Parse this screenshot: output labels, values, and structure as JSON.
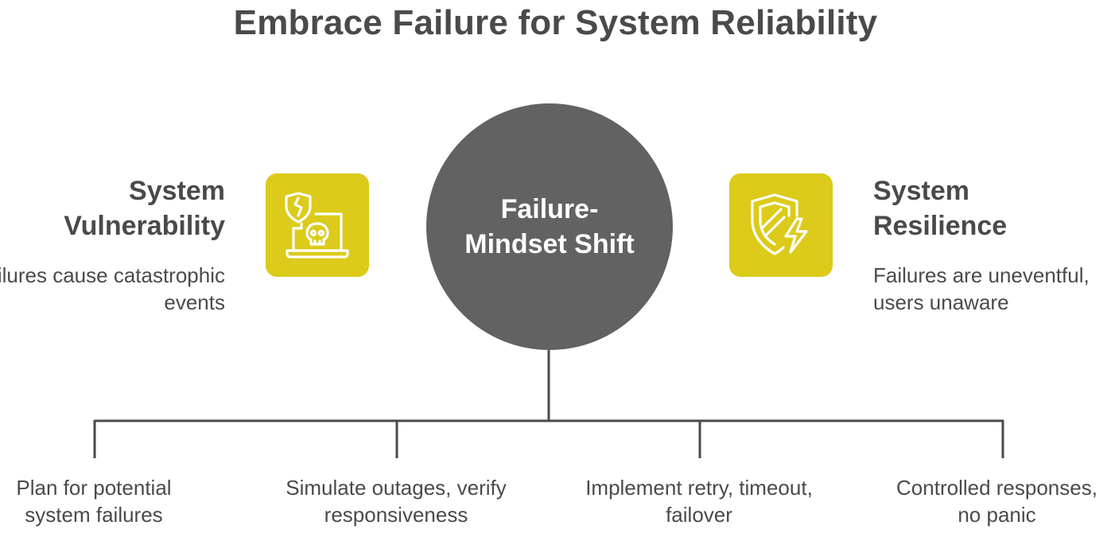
{
  "title": "Embrace Failure for System Reliability",
  "center": {
    "label": "Failure-Mindset Shift",
    "color": "#626262"
  },
  "left": {
    "heading": "System Vulnerability",
    "description": "Failures cause catastrophic events",
    "icon": "cracked-shield-skull-laptop-icon"
  },
  "right": {
    "heading": "System Resilience",
    "description": "Failures are uneventful, users unaware",
    "icon": "shield-lightning-icon"
  },
  "branches": [
    "Plan for potential system failures",
    "Simulate outages, verify responsiveness",
    "Implement retry, timeout, failover",
    "Controlled responses, no panic"
  ],
  "colors": {
    "accent": "#dccb1a",
    "text": "#4a4a4a",
    "line": "#4a4a4a"
  }
}
